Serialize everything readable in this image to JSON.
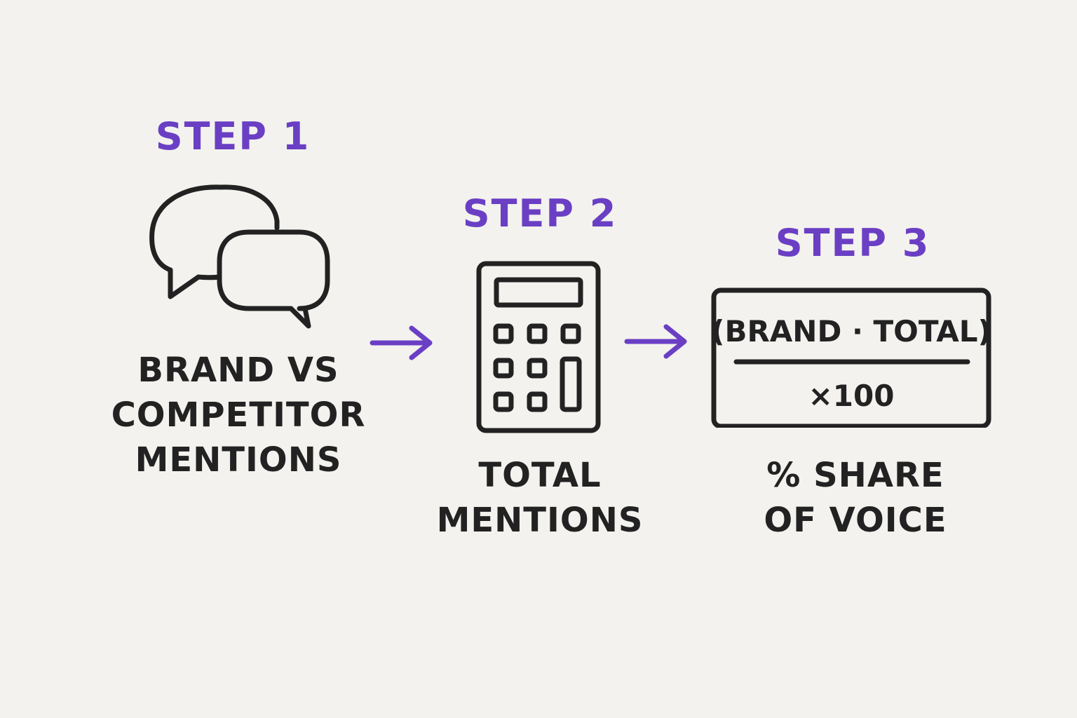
{
  "colors": {
    "accent": "#6a3fc4",
    "ink": "#222222",
    "background": "#f3f2ee"
  },
  "steps": [
    {
      "label": "STEP 1",
      "icon": "speech-bubbles-icon",
      "caption": [
        "BRAND VS",
        "COMPETITOR",
        "MENTIONS"
      ]
    },
    {
      "label": "STEP 2",
      "icon": "calculator-icon",
      "caption": [
        "TOTAL",
        "MENTIONS"
      ]
    },
    {
      "label": "STEP 3",
      "icon": "formula-box",
      "caption": [
        "% SHARE",
        "OF VOICE"
      ]
    }
  ],
  "formula": {
    "numerator": "(BRAND · TOTAL)",
    "denominator": "×100"
  },
  "arrows": [
    "arrow-right-icon",
    "arrow-right-icon"
  ]
}
